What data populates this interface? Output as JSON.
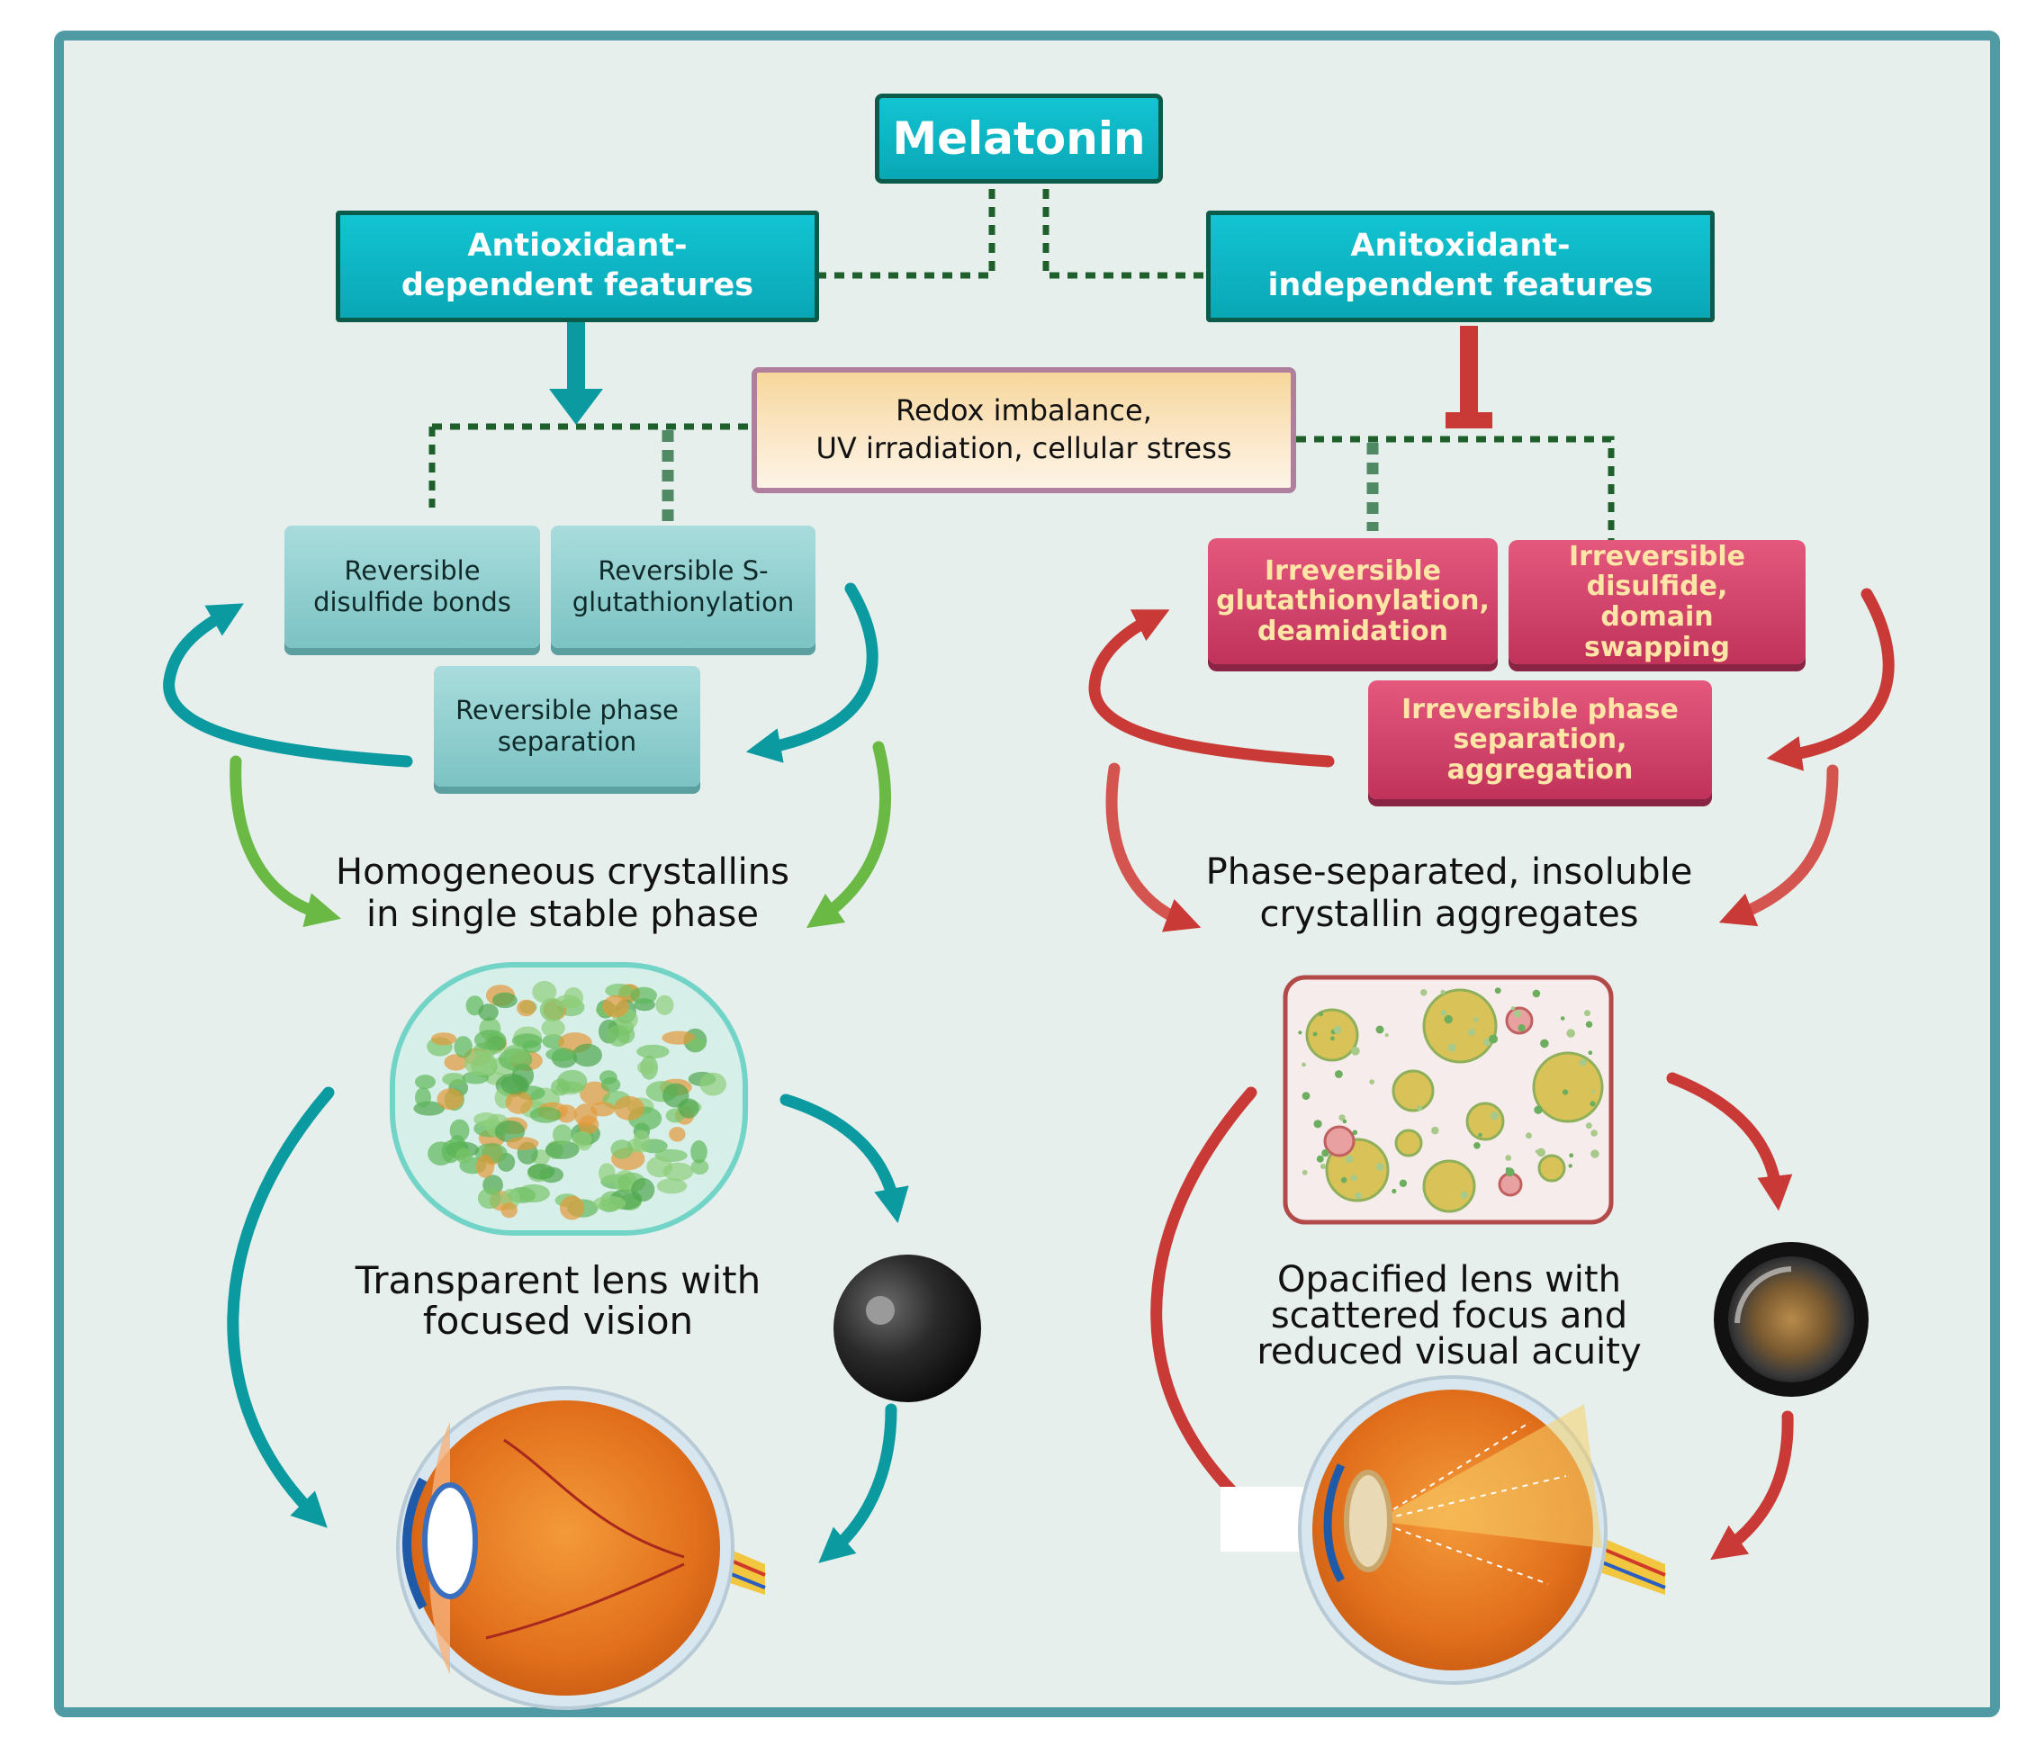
{
  "top": {
    "title": "Melatonin"
  },
  "branches": {
    "left": "Antioxidant-dependent features",
    "right": "Anitoxidant-independent features"
  },
  "stress": {
    "line1": "Redox imbalance,",
    "line2": "UV irradiation, cellular stress"
  },
  "reversible": {
    "disulfide": "Reversible disulfide bonds",
    "glutathionylation": "Reversible S-glutathionylation",
    "phase": "Reversible phase separation"
  },
  "irreversible": {
    "glutathionylation": "Irreversible glutathionylation, deamidation",
    "disulfide": "Irreversible disulfide, domain swapping",
    "phase": "Irreversible phase separation, aggregation"
  },
  "states": {
    "left": {
      "line1": "Homogeneous crystallins",
      "line2": "in single stable phase"
    },
    "right": {
      "line1": "Phase-separated, insoluble",
      "line2": "crystallin aggregates"
    }
  },
  "outcomes": {
    "left": {
      "line1": "Transparent lens with",
      "line2": "focused vision"
    },
    "right": {
      "line1": "Opacified lens with",
      "line2": "scattered focus and",
      "line3": "reduced visual acuity"
    }
  },
  "colors": {
    "teal": "#0b9aa0",
    "green": "#6ab945",
    "red": "#c93a36",
    "dotted_line": "#1f5f2c",
    "frame": "#4f9aa3",
    "background": "#e6efec"
  },
  "icons": [
    "melatonin-box",
    "molecule-cluster",
    "lens-icon",
    "eye-anatomy",
    "aggregate-panel",
    "cataract-lens-icon"
  ]
}
